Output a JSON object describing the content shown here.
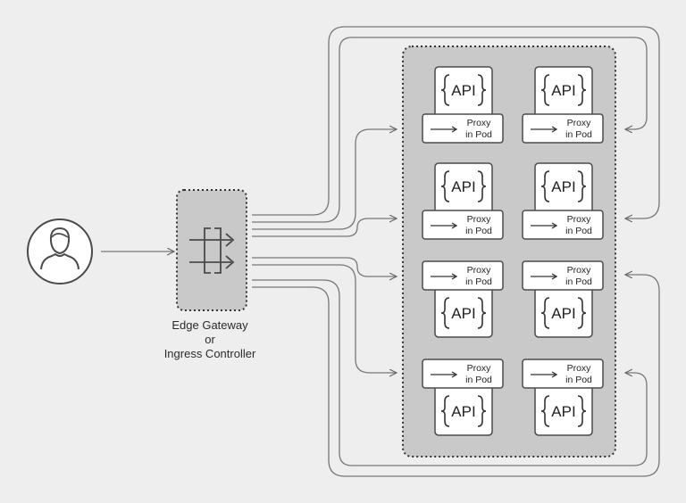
{
  "gateway": {
    "label_lines": [
      "Edge Gateway",
      "or",
      "Ingress Controller"
    ]
  },
  "services": [
    {
      "api_label": "API",
      "proxy_lines": [
        "Proxy",
        "in Pod"
      ],
      "proxy_position": "below"
    },
    {
      "api_label": "API",
      "proxy_lines": [
        "Proxy",
        "in Pod"
      ],
      "proxy_position": "below"
    },
    {
      "api_label": "API",
      "proxy_lines": [
        "Proxy",
        "in Pod"
      ],
      "proxy_position": "below"
    },
    {
      "api_label": "API",
      "proxy_lines": [
        "Proxy",
        "in Pod"
      ],
      "proxy_position": "below"
    },
    {
      "api_label": "API",
      "proxy_lines": [
        "Proxy",
        "in Pod"
      ],
      "proxy_position": "above"
    },
    {
      "api_label": "API",
      "proxy_lines": [
        "Proxy",
        "in Pod"
      ],
      "proxy_position": "above"
    },
    {
      "api_label": "API",
      "proxy_lines": [
        "Proxy",
        "in Pod"
      ],
      "proxy_position": "above"
    },
    {
      "api_label": "API",
      "proxy_lines": [
        "Proxy",
        "in Pod"
      ],
      "proxy_position": "above"
    }
  ],
  "colors": {
    "background": "#eeeeee",
    "cluster_fill": "#c9c9c9",
    "box_fill": "#ffffff",
    "stroke": "#4a4a4a",
    "connector": "#777777"
  },
  "icons": [
    "user-icon",
    "gateway-routing-icon",
    "arrow-icon"
  ]
}
